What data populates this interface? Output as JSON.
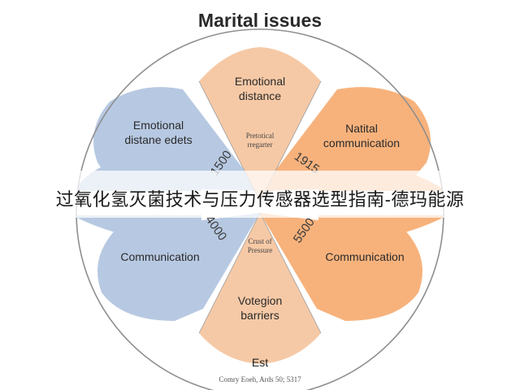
{
  "title": "Marital issues",
  "colors": {
    "blue": "#b7c9e2",
    "peach": "#f6c9a6",
    "orange": "#f7b27c",
    "outline": "#8f8f8f"
  },
  "petals": {
    "top": "Emotional distance",
    "upper_left": "Emotional distane edets",
    "upper_right": "Natital communication",
    "lower_left": "Communication",
    "lower_right": "Communication",
    "bottom": "Votegion barriers"
  },
  "center": {
    "upper": "Pretotical rregarter",
    "lower": "Crust of Pressure"
  },
  "numbers": {
    "left_upper": "1500",
    "left_lower": "4000",
    "right_upper": "1915",
    "right_lower": "5500"
  },
  "banner": "过氧化氢灭菌技术与压力传感器选型指南-德玛能源",
  "bottom_label": "Est",
  "caption": "Comry Eoeh, Ards 50; 5317"
}
